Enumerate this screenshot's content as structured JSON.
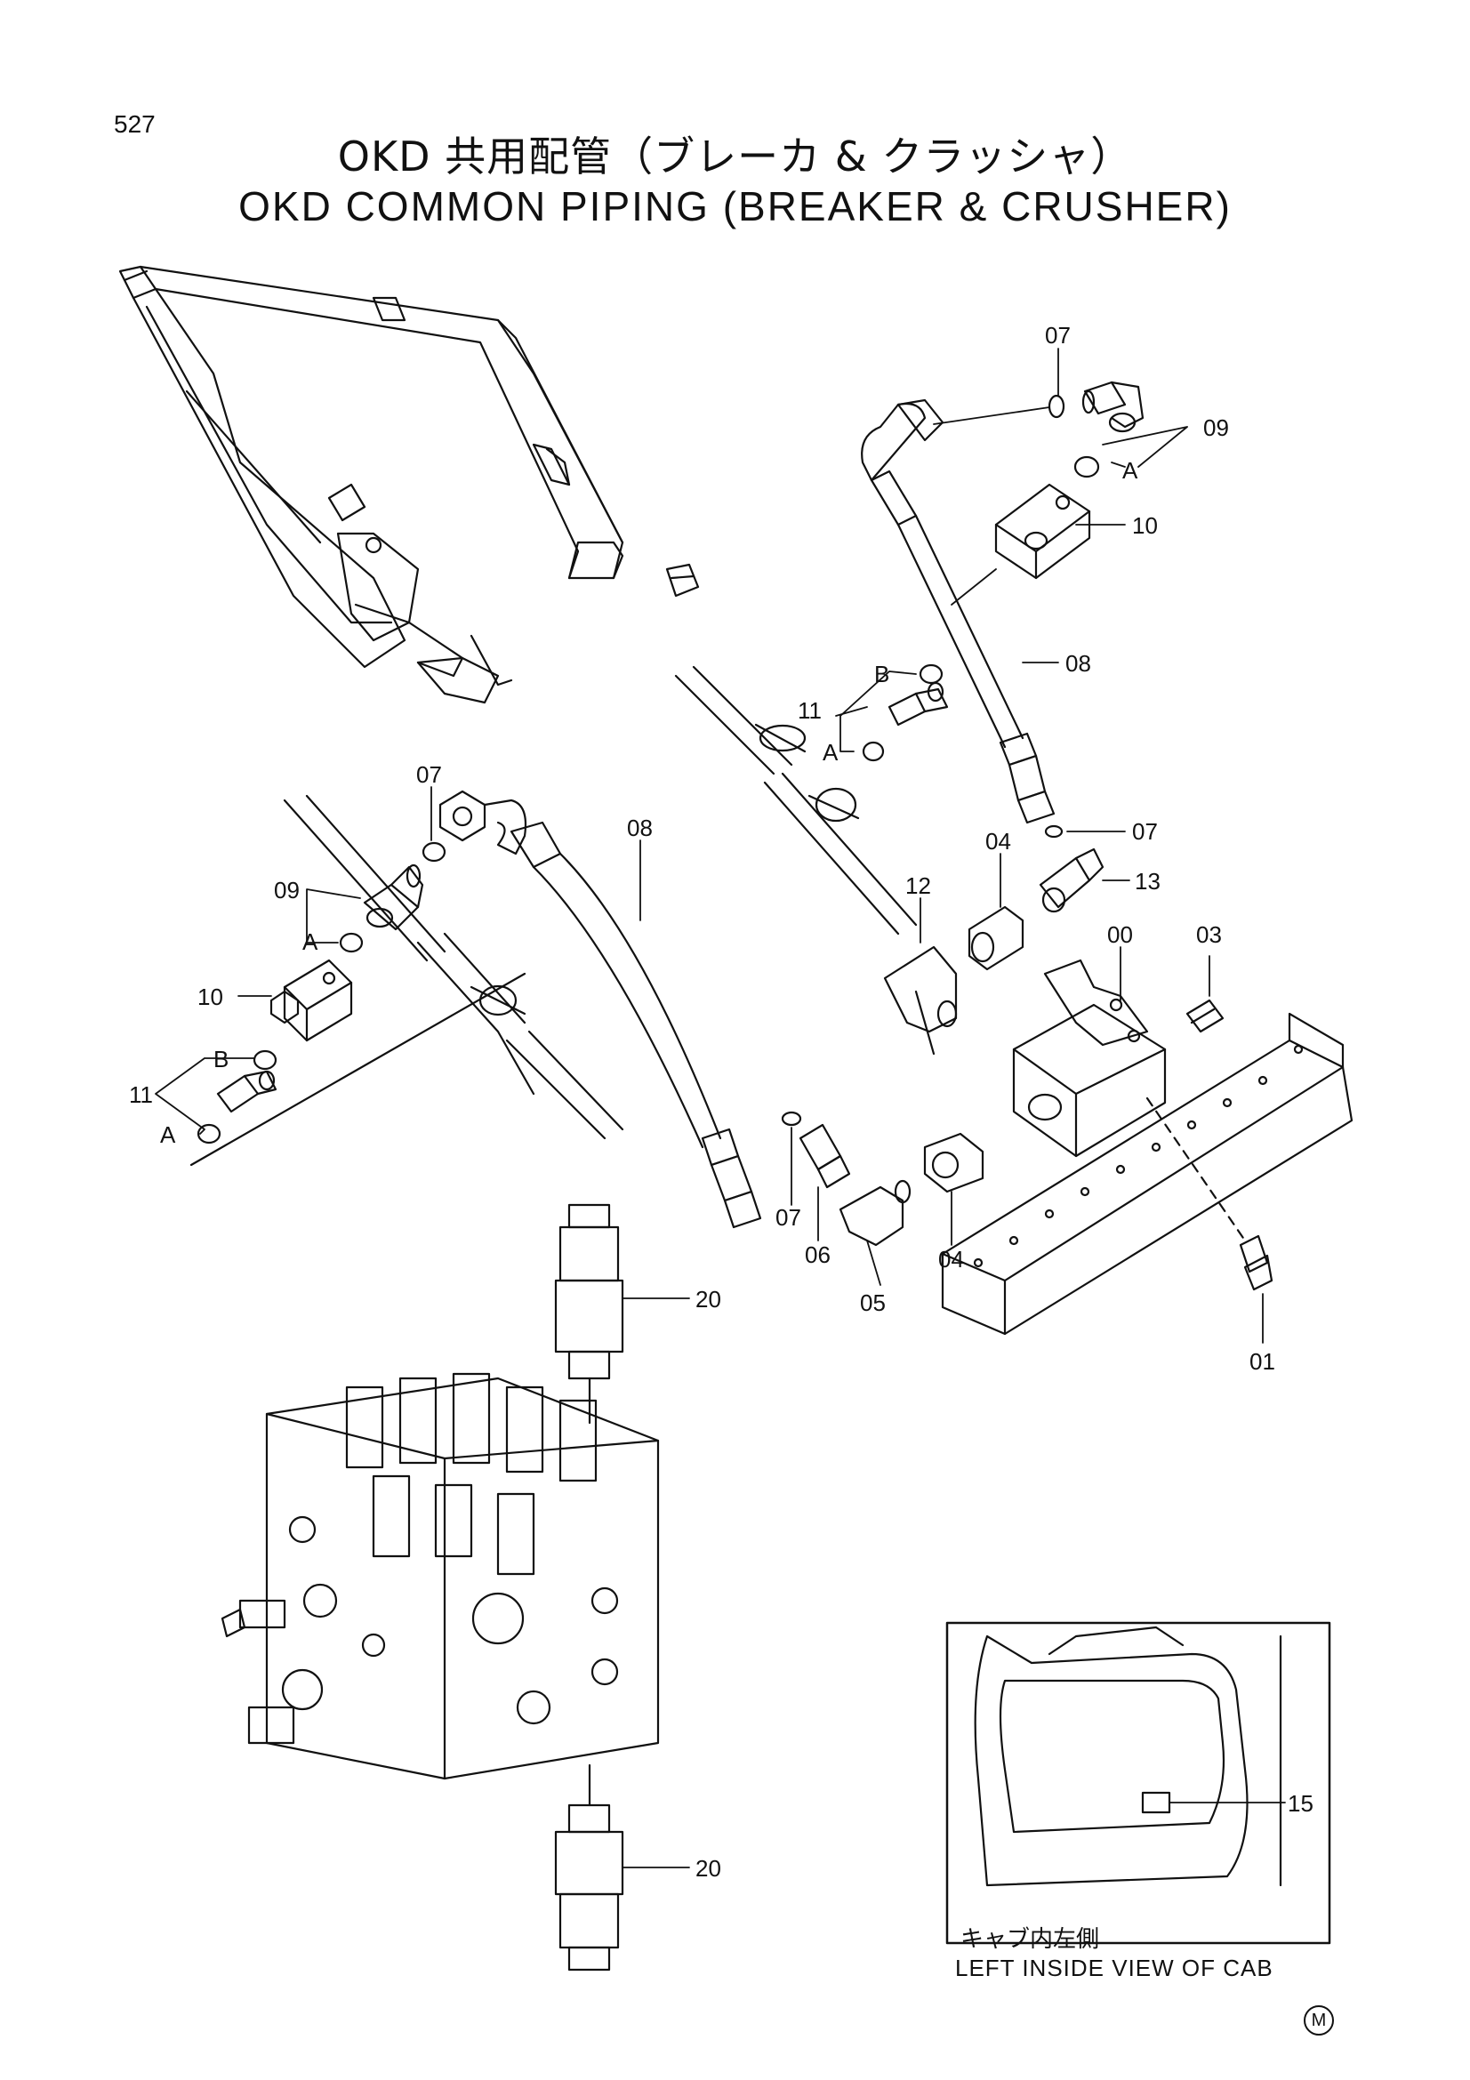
{
  "page_number": "527",
  "title_jp": "OKD 共用配管（ブレーカ & クラッシャ）",
  "title_en": "OKD COMMON PIPING (BREAKER & CRUSHER)",
  "callouts": [
    {
      "id": "p07-top",
      "text": "07"
    },
    {
      "id": "p09-right",
      "text": "09"
    },
    {
      "id": "a-right",
      "text": "A"
    },
    {
      "id": "p10-right",
      "text": "10"
    },
    {
      "id": "p08-right",
      "text": "08"
    },
    {
      "id": "b-center",
      "text": "B"
    },
    {
      "id": "p11-center",
      "text": "11"
    },
    {
      "id": "a-center",
      "text": "A"
    },
    {
      "id": "p07-left",
      "text": "07"
    },
    {
      "id": "p08-left",
      "text": "08"
    },
    {
      "id": "p07-mid-right",
      "text": "07"
    },
    {
      "id": "p12",
      "text": "12"
    },
    {
      "id": "p13",
      "text": "13"
    },
    {
      "id": "p04-upper",
      "text": "04"
    },
    {
      "id": "p00",
      "text": "00"
    },
    {
      "id": "p03",
      "text": "03"
    },
    {
      "id": "p09-left",
      "text": "09"
    },
    {
      "id": "a-left-upper",
      "text": "A"
    },
    {
      "id": "p10-left",
      "text": "10"
    },
    {
      "id": "b-left",
      "text": "B"
    },
    {
      "id": "p11-left",
      "text": "11"
    },
    {
      "id": "a-left-lower",
      "text": "A"
    },
    {
      "id": "p07-bottom",
      "text": "07"
    },
    {
      "id": "p06",
      "text": "06"
    },
    {
      "id": "p05",
      "text": "05"
    },
    {
      "id": "p04-lower",
      "text": "04"
    },
    {
      "id": "p01",
      "text": "01"
    },
    {
      "id": "p20-upper",
      "text": "20"
    },
    {
      "id": "p20-lower",
      "text": "20"
    },
    {
      "id": "p15",
      "text": "15"
    }
  ],
  "inset": {
    "caption_jp": "キャブ内左側",
    "caption_en": "LEFT INSIDE VIEW OF CAB"
  },
  "corner_mark": "M"
}
